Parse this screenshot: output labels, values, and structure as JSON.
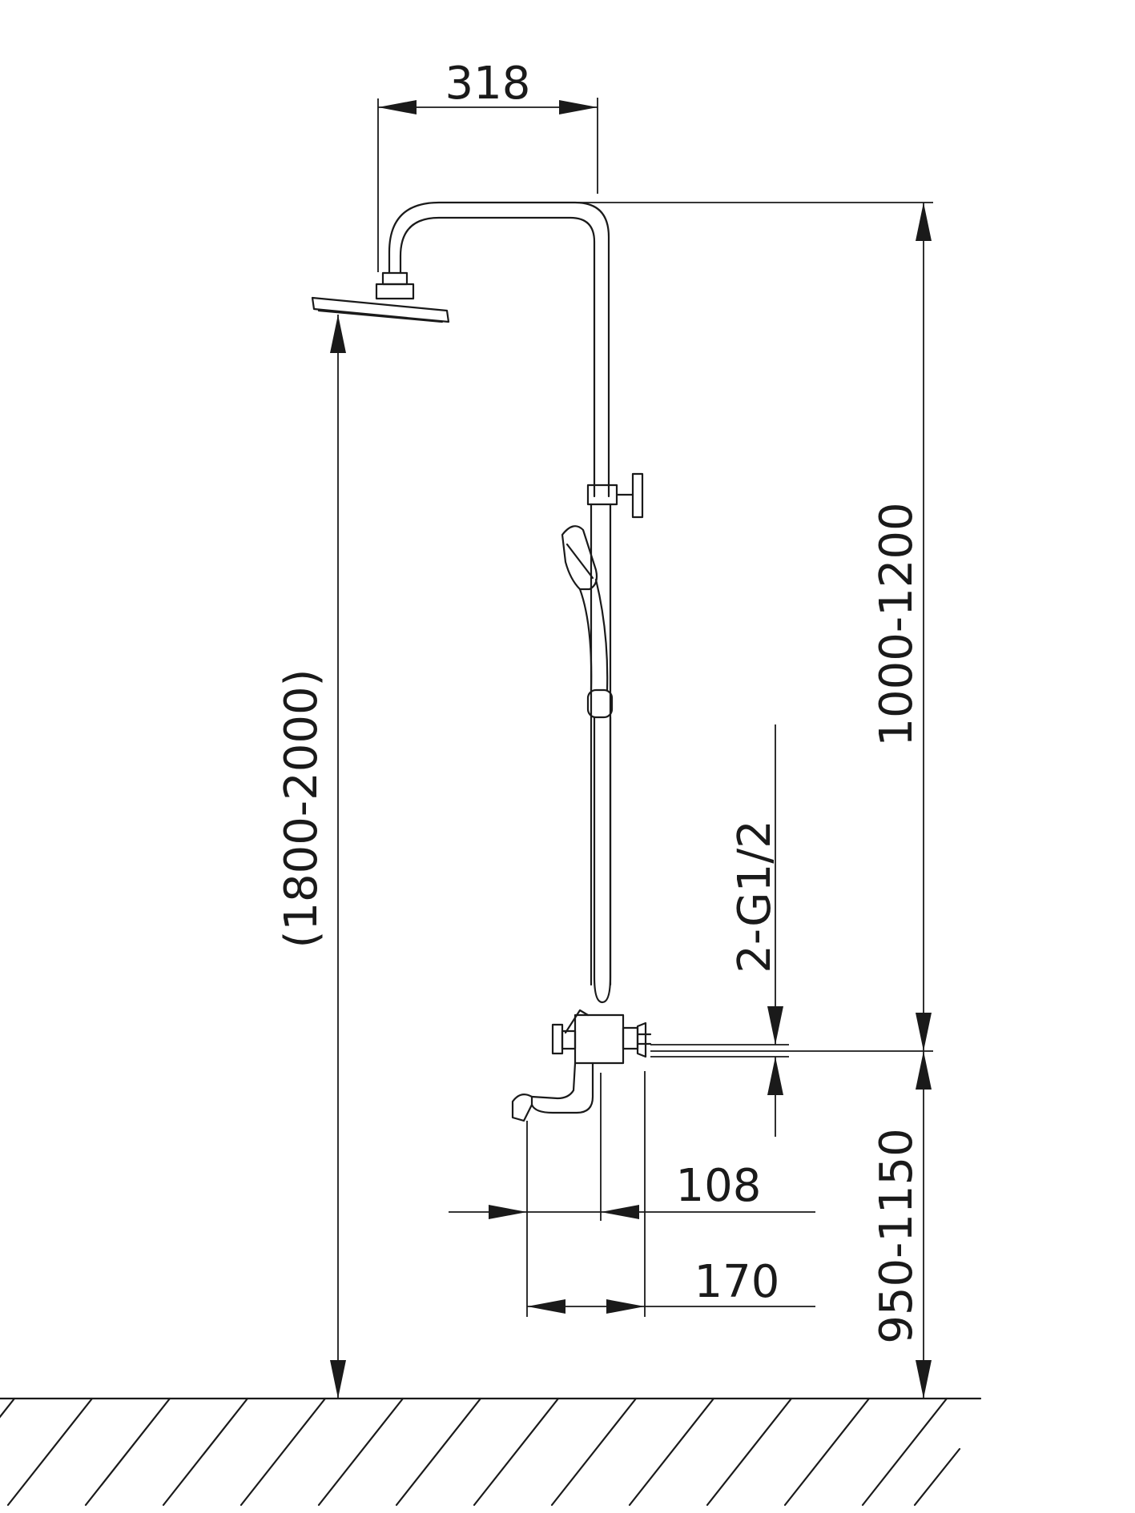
{
  "diagram": {
    "dimensions": {
      "head_arm_length": "318",
      "total_height": "(1800-2000)",
      "riser_height": "1000-1200",
      "inlet_thread": "2-G1/2",
      "mixer_height": "950-1150",
      "spout_offset": "108",
      "spout_projection": "170"
    }
  }
}
